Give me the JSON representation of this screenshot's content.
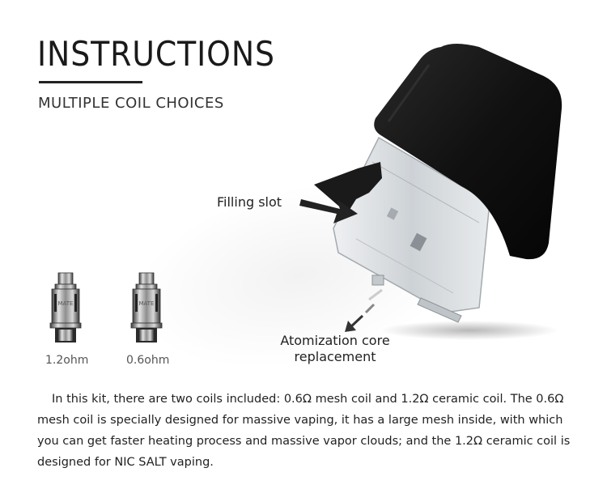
{
  "header": {
    "title": "INSTRUCTIONS",
    "subtitle": "MULTIPLE COIL CHOICES"
  },
  "callouts": {
    "filling_slot": "Filling slot",
    "atomization_line1": "Atomization core",
    "atomization_line2": "replacement"
  },
  "coils": [
    {
      "label": "1.2ohm",
      "engraving": "MATE"
    },
    {
      "label": "0.6ohm",
      "engraving": "MATE"
    }
  ],
  "description": "In this kit, there are two coils included:  0.6Ω mesh coil and 1.2Ω ceramic coil. The 0.6Ω mesh coil is specially designed for massive vaping, it has a large mesh inside, with which you can get faster heating process and massive vapor clouds; and the 1.2Ω ceramic coil is designed for NIC SALT vaping.",
  "colors": {
    "pod_body": "#141414",
    "tank": "#d9dde0",
    "coil_metal": "#9a9a9a",
    "text": "#222222"
  }
}
